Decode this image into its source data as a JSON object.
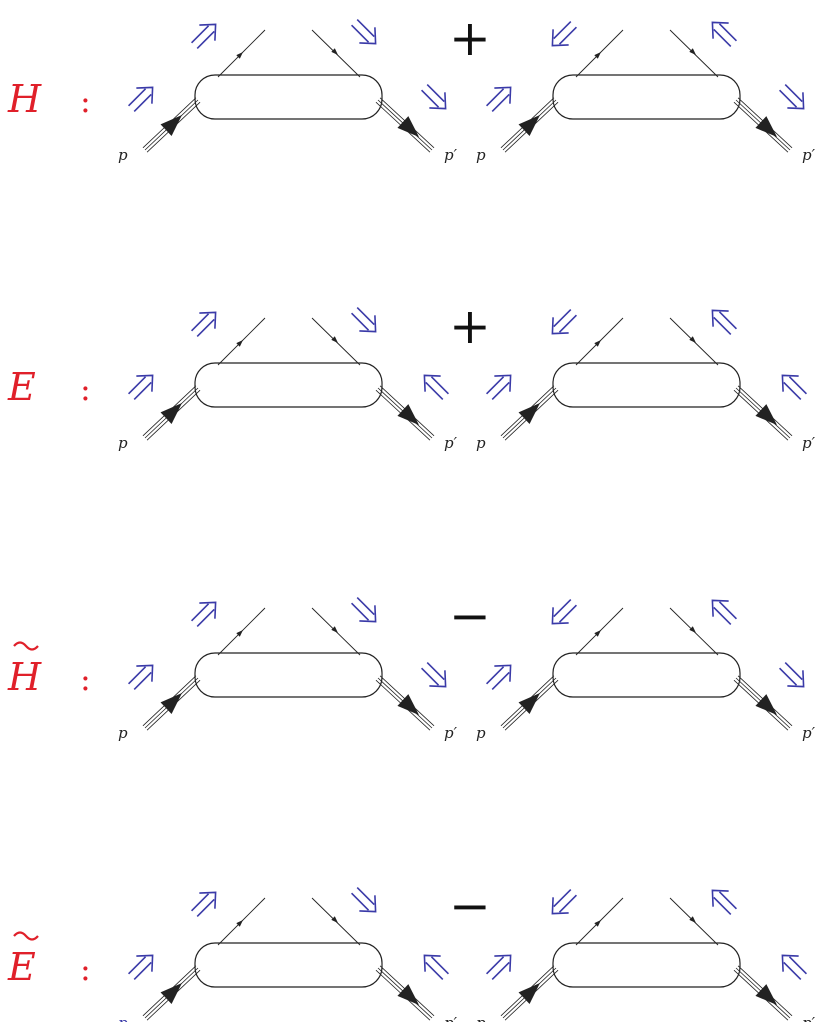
{
  "rows": [
    {
      "name": "H",
      "tilde": false,
      "operator": "+",
      "diagrams": [
        {
          "in_label": "p",
          "out_label": "p′",
          "in_helicity": "up-right",
          "out_helicity": "down-right",
          "quark_out_helicity": "up-right",
          "quark_in_helicity": "down-right"
        },
        {
          "in_label": "p",
          "out_label": "p′",
          "in_helicity": "up-right",
          "out_helicity": "down-right",
          "quark_out_helicity": "down-left",
          "quark_in_helicity": "up-left"
        }
      ]
    },
    {
      "name": "E",
      "tilde": false,
      "operator": "+",
      "diagrams": [
        {
          "in_label": "p",
          "out_label": "p′",
          "in_helicity": "up-right",
          "out_helicity": "up-left",
          "quark_out_helicity": "up-right",
          "quark_in_helicity": "down-right"
        },
        {
          "in_label": "p",
          "out_label": "p′",
          "in_helicity": "up-right",
          "out_helicity": "up-left",
          "quark_out_helicity": "down-left",
          "quark_in_helicity": "up-left"
        }
      ]
    },
    {
      "name": "H",
      "tilde": true,
      "operator": "−",
      "diagrams": [
        {
          "in_label": "p",
          "out_label": "p′",
          "in_helicity": "up-right",
          "out_helicity": "down-right",
          "quark_out_helicity": "up-right",
          "quark_in_helicity": "down-right"
        },
        {
          "in_label": "p",
          "out_label": "p′",
          "in_helicity": "up-right",
          "out_helicity": "down-right",
          "quark_out_helicity": "down-left",
          "quark_in_helicity": "up-left"
        }
      ]
    },
    {
      "name": "E",
      "tilde": true,
      "operator": "−",
      "diagrams": [
        {
          "in_label": "p",
          "out_label": "p′",
          "in_helicity": "up-right",
          "out_helicity": "up-left",
          "quark_out_helicity": "up-right",
          "quark_in_helicity": "down-right"
        },
        {
          "in_label": "p",
          "out_label": "p′",
          "in_helicity": "up-right",
          "out_helicity": "up-left",
          "quark_out_helicity": "down-left",
          "quark_in_helicity": "up-left"
        }
      ]
    }
  ],
  "colors": {
    "label": "#e0202a",
    "helicity_arrow": "#3a3aa8",
    "line": "#222222",
    "operator": "#111111",
    "momentum_label_last_row": "#3a3aa8"
  }
}
